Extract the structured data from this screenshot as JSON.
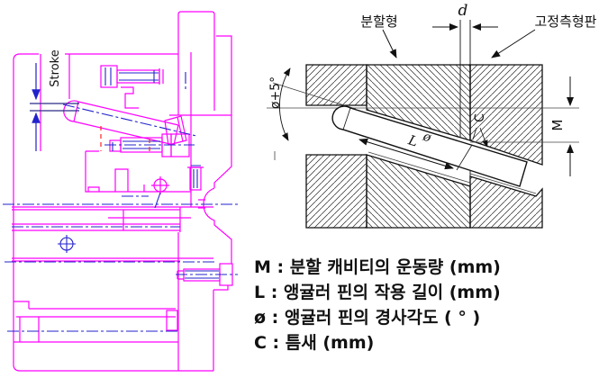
{
  "left_drawing": {
    "stroke_label": "Stroke"
  },
  "right_diagram": {
    "labels": {
      "split_mold": "분할형",
      "fixed_plate": "고정측형판",
      "gap": "d",
      "angle": "ø+5°",
      "pin_length": "L",
      "pin_angle": "ø",
      "clearance": "C",
      "movement": "M"
    }
  },
  "legend": {
    "items": [
      "M : 분할 캐비티의 운동량 (mm)",
      "L : 앵귤러 핀의 작용 길이 (mm)",
      "ø : 앵귤러 핀의 경사각도 ( ° )",
      "C : 틈새 (mm)"
    ]
  },
  "colors": {
    "cad_outline": "#ff00ff",
    "cad_detail": "#2222cc",
    "cad_alert": "#ff2222",
    "ink": "#1a1a1a"
  }
}
